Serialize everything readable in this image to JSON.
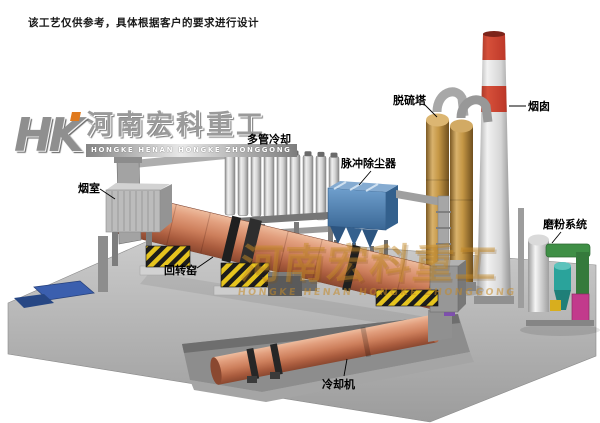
{
  "note": "该工艺仅供参考，具体根据客户的要求进行设计",
  "logo": {
    "monogram": "HK",
    "name_cn": "河南宏科重工",
    "name_en": "HONGKE HENAN HONGKE ZHONGGONG"
  },
  "watermark": {
    "cn": "河南宏科重工",
    "en": "HONGKE HENAN HONGKE ZHONGGONG"
  },
  "labels": {
    "smoke_chamber": "烟室",
    "multi_tube_cooler": "多管冷却",
    "pulse_dust_collector": "脉冲除尘器",
    "desulfurization_tower": "脱硫塔",
    "chimney": "烟囱",
    "grinding_system": "磨粉系统",
    "rotary_kiln": "回转窑",
    "cooling_machine": "冷却机"
  },
  "colors": {
    "kiln_shell": "#cd7f5c",
    "dust_collector_blue": "#4d80b2",
    "tower_tan": "#c59745",
    "chimney_red": "#bf3a2a",
    "hazard_yellow": "#e6c41e",
    "ground_gray": "#b0b0b0",
    "watermark_orange": "#c58a28",
    "pad_blue": "#3b5fae"
  }
}
